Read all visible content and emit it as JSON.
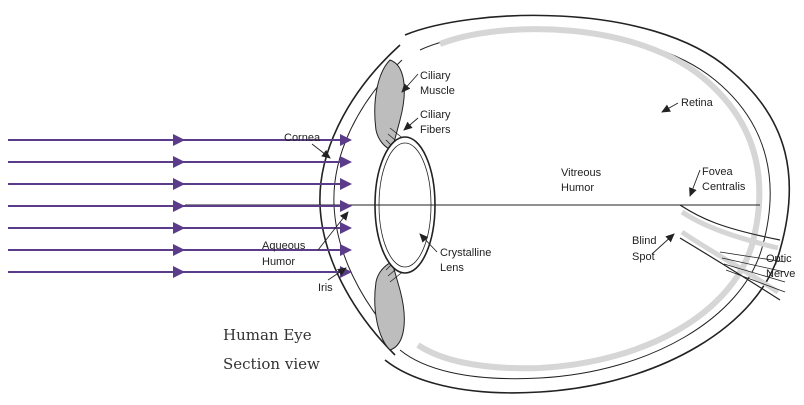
{
  "diagram": {
    "labels": {
      "ciliary_muscle": [
        "Ciliary",
        "Muscle"
      ],
      "ciliary_fibers": [
        "Ciliary",
        "Fibers"
      ],
      "retina": "Retina",
      "cornea": "Cornea",
      "vitreous_humor": [
        "Vitreous",
        "Humor"
      ],
      "fovea_centralis": [
        "Fovea",
        "Centralis"
      ],
      "blind_spot": [
        "Blind",
        "Spot"
      ],
      "aqueous_humor": [
        "Aqueous",
        "Humor"
      ],
      "crystalline_lens": [
        "Crystalline",
        "Lens"
      ],
      "optic_nerve": [
        "Optic",
        "Nerve"
      ],
      "iris": "Iris"
    },
    "caption": [
      "Human Eye",
      "Section view"
    ],
    "ray_count": 7,
    "colors": {
      "ray": "#5b3c8a",
      "outline": "#222222",
      "retina_band": "#d6d6d6",
      "ciliary_fill": "#bdbdbd"
    }
  }
}
